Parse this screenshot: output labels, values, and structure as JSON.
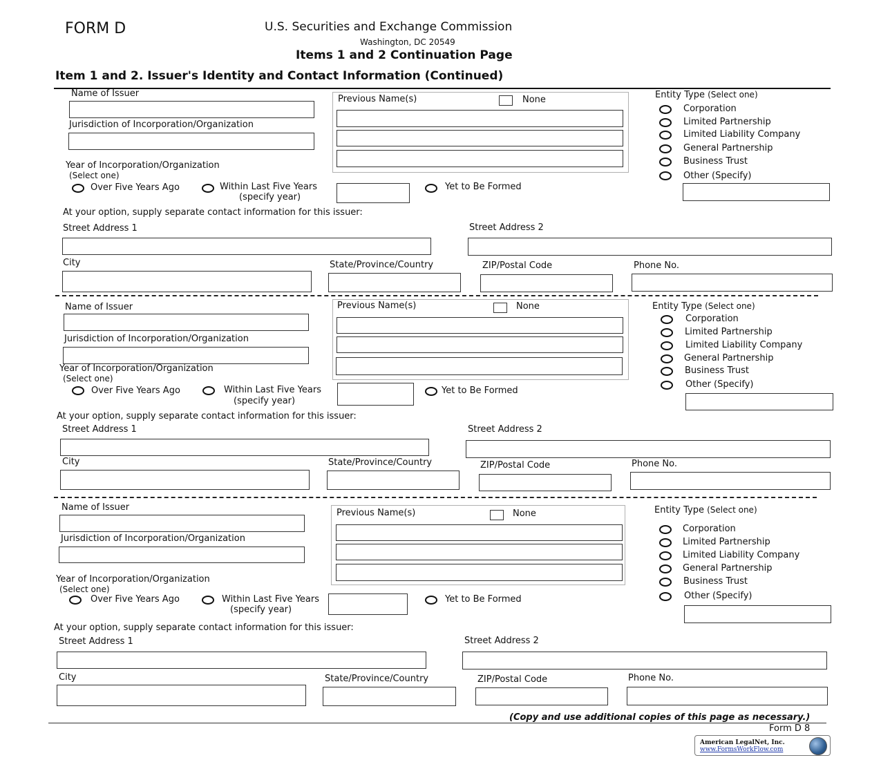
{
  "header": {
    "form_label": "FORM D",
    "agency": "U.S. Securities and Exchange Commission",
    "address": "Washington, DC 20549",
    "page_title": "Items 1 and 2 Continuation Page",
    "section_title": "Item 1 and 2.  Issuer's Identity and Contact Information (Continued)"
  },
  "issuer_labels": {
    "name_of_issuer": "Name of Issuer",
    "jurisdiction": "Jurisdiction of Incorporation/Organization",
    "previous_names": "Previous Name(s)",
    "none": "None",
    "year_of_incorporation": "Year of Incorporation/Organization",
    "select_one": "(Select one)",
    "over_five_years": "Over Five Years Ago",
    "within_last_five": "Within Last Five Years",
    "specify_year": "(specify year)",
    "yet_to_be_formed": "Yet to Be Formed",
    "option_contact": "At your option, supply separate contact information for this issuer:",
    "street_address_1": "Street Address 1",
    "street_address_2": "Street Address 2",
    "city": "City",
    "state": "State/Province/Country",
    "zip": "ZIP/Postal Code",
    "phone": "Phone No.",
    "entity_type": "Entity Type",
    "entity_select": "(Select one)",
    "entity_options": [
      "Corporation",
      "Limited Partnership",
      "Limited Liability Company",
      "General Partnership",
      "Business Trust",
      "Other (Specify)"
    ]
  },
  "footer": {
    "note": "(Copy and use additional copies of this page as necessary.)",
    "page_label": "Form D  8",
    "logo_company": "American LegalNet, Inc.",
    "logo_url": "www.FormsWorkFlow.com"
  }
}
